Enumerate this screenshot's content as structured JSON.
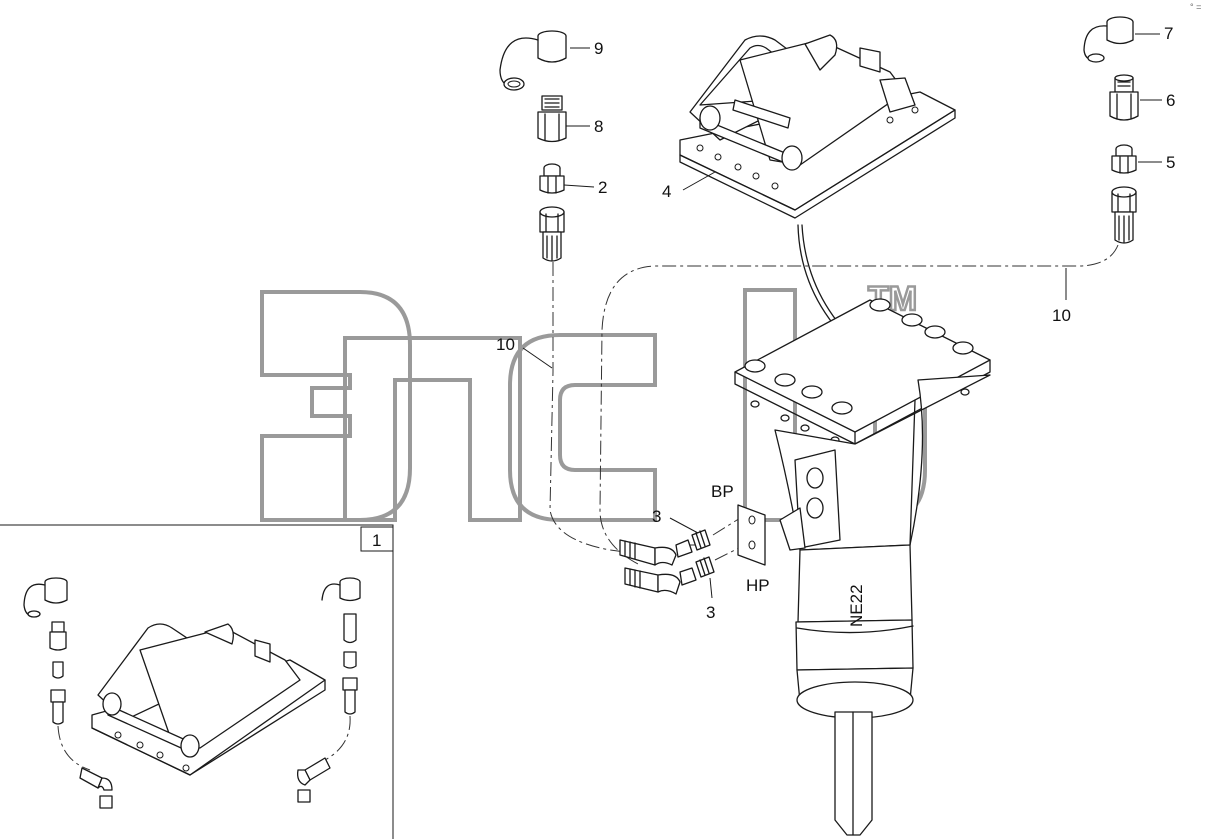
{
  "callouts": {
    "c1": "1",
    "c2": "2",
    "c3a": "3",
    "c3b": "3",
    "c4": "4",
    "c5": "5",
    "c6": "6",
    "c7": "7",
    "c8": "8",
    "c9": "9",
    "c10a": "10",
    "c10b": "10"
  },
  "ports": {
    "bp": "BP",
    "hp": "HP"
  },
  "model_label": "NE22",
  "watermark": {
    "text": "эпсь",
    "tm": "TM"
  },
  "corner_mark": "° ="
}
